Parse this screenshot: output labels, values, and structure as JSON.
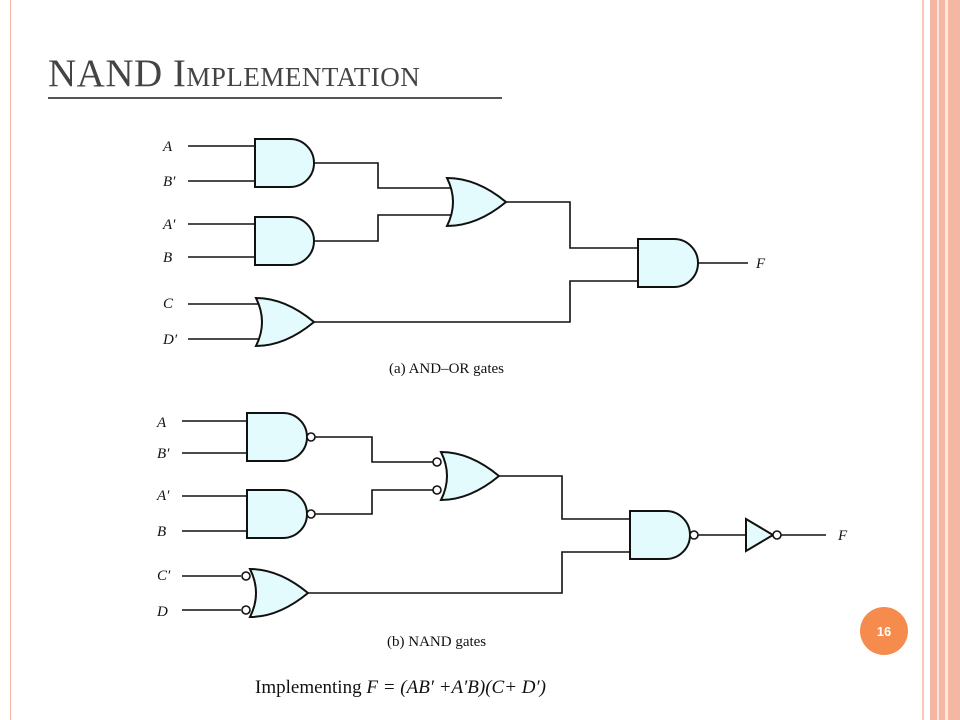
{
  "slide": {
    "title": "NAND Implementation",
    "page_number": "16",
    "formula_prefix": "Implementing ",
    "formula": "F = (AB′ +A′B)(C+ D′)"
  },
  "diagram_a": {
    "caption": "(a) AND–OR gates",
    "inputs": [
      "A",
      "B′",
      "A′",
      "B",
      "C",
      "D′"
    ],
    "output": "F"
  },
  "diagram_b": {
    "caption": "(b) NAND gates",
    "inputs": [
      "A",
      "B′",
      "A′",
      "B",
      "C′",
      "D"
    ],
    "output": "F"
  }
}
